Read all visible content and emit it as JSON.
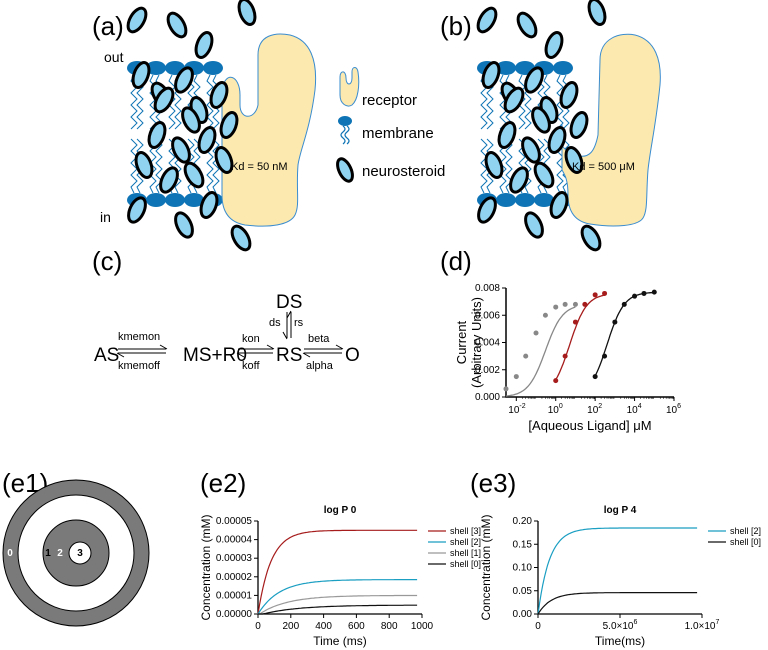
{
  "panels": {
    "a": "(a)",
    "b": "(b)",
    "c": "(c)",
    "d": "(d)",
    "e1": "(e1)",
    "e2": "(e2)",
    "e3": "(e3)"
  },
  "membrane": {
    "out_label": "out",
    "in_label": "in",
    "kd_a": "Kd = 50 nM",
    "kd_b": "Kd = 500 μM"
  },
  "legend": {
    "receptor": "receptor",
    "membrane": "membrane",
    "neurosteroid": "neurosteroid"
  },
  "scheme": {
    "AS": "AS",
    "MS_R0": "MS+R0",
    "RS": "RS",
    "O": "O",
    "DS": "DS",
    "kmemon": "kmemon",
    "kmemoff": "kmemoff",
    "kon": "kon",
    "koff": "koff",
    "beta": "beta",
    "alpha": "alpha",
    "ds": "ds",
    "rs": "rs"
  },
  "colors": {
    "receptor_fill": "#fbe9b0",
    "lipid_head": "#0f74b5",
    "steroid_fill": "#8fd3f0",
    "grey_series": "#888888",
    "red_series": "#a61c1c",
    "black_series": "#111111",
    "cyan_series": "#1a9ec2",
    "shell_dark": "#7a7a7a"
  },
  "shells": {
    "labels": [
      "0",
      "1",
      "2",
      "3"
    ]
  },
  "chart_data": [
    {
      "id": "d",
      "type": "scatter",
      "xlabel": "[Aqueous Ligand] μM",
      "ylabel": "Current",
      "ylabel2": "(Arbitrary Units)",
      "xscale": "log",
      "xlim": [
        0.003,
        1000000
      ],
      "ylim": [
        0,
        0.008
      ],
      "yticks": [
        "0.000",
        "0.002",
        "0.004",
        "0.006",
        "0.008"
      ],
      "xticks": [
        {
          "b": "10",
          "e": "-2",
          "v": 0.01
        },
        {
          "b": "10",
          "e": "0",
          "v": 1
        },
        {
          "b": "10",
          "e": "2",
          "v": 100
        },
        {
          "b": "10",
          "e": "4",
          "v": 10000
        },
        {
          "b": "10",
          "e": "6",
          "v": 1000000
        }
      ],
      "series": [
        {
          "color": "#888888",
          "ec50": 0.3,
          "hill": 1.0,
          "x": [
            0.003,
            0.01,
            0.03,
            0.1,
            0.3,
            1,
            3,
            10
          ],
          "y": [
            0.0006,
            0.0015,
            0.003,
            0.0047,
            0.006,
            0.0066,
            0.0068,
            0.0068
          ]
        },
        {
          "color": "#a61c1c",
          "ec50": 5,
          "hill": 1.0,
          "x": [
            1,
            3,
            10,
            30,
            100,
            300
          ],
          "y": [
            0.0012,
            0.003,
            0.0055,
            0.0068,
            0.0075,
            0.0076
          ]
        },
        {
          "color": "#111111",
          "ec50": 400,
          "hill": 1.0,
          "x": [
            100,
            300,
            1000,
            3000,
            10000,
            30000,
            100000
          ],
          "y": [
            0.0015,
            0.003,
            0.0055,
            0.0068,
            0.0074,
            0.0076,
            0.0077
          ]
        }
      ]
    },
    {
      "id": "e2",
      "type": "line",
      "title": "log P 0",
      "xlabel": "Time (ms)",
      "ylabel": "Concentration (mM)",
      "xlim": [
        0,
        1000
      ],
      "ylim": [
        0,
        5e-05
      ],
      "xticks": [
        "0",
        "200",
        "400",
        "600",
        "800",
        "1000"
      ],
      "yticks": [
        "0.00000",
        "0.00001",
        "0.00002",
        "0.00003",
        "0.00004",
        "0.00005"
      ],
      "series": [
        {
          "name": "shell [3]",
          "color": "#a61c1c",
          "plateau": 4.5e-05,
          "tau": 80,
          "delay": 0
        },
        {
          "name": "shell [2]",
          "color": "#1a9ec2",
          "plateau": 1.85e-05,
          "tau": 130,
          "delay": 0
        },
        {
          "name": "shell [1]",
          "color": "#999999",
          "plateau": 1e-05,
          "tau": 170,
          "delay": 10
        },
        {
          "name": "shell [0]",
          "color": "#111111",
          "plateau": 4.8e-06,
          "tau": 220,
          "delay": 30
        }
      ]
    },
    {
      "id": "e3",
      "type": "line",
      "title": "log P 4",
      "xlabel": "Time(ms)",
      "ylabel": "Concentration (mM)",
      "xlim": [
        0,
        10000000
      ],
      "ylim": [
        0,
        0.2
      ],
      "xticks": [
        {
          "t": "0",
          "v": 0
        },
        {
          "t": "5.0×10",
          "e": "6",
          "v": 5000000
        },
        {
          "t": "1.0×10",
          "e": "7",
          "v": 10000000
        }
      ],
      "yticks": [
        "0.00",
        "0.05",
        "0.10",
        "0.15",
        "0.20"
      ],
      "series": [
        {
          "name": "shell [2]",
          "color": "#1a9ec2",
          "plateau": 0.185,
          "tau": 700000,
          "delay": 0
        },
        {
          "name": "shell [0]",
          "color": "#111111",
          "plateau": 0.046,
          "tau": 800000,
          "delay": 0
        }
      ]
    }
  ]
}
